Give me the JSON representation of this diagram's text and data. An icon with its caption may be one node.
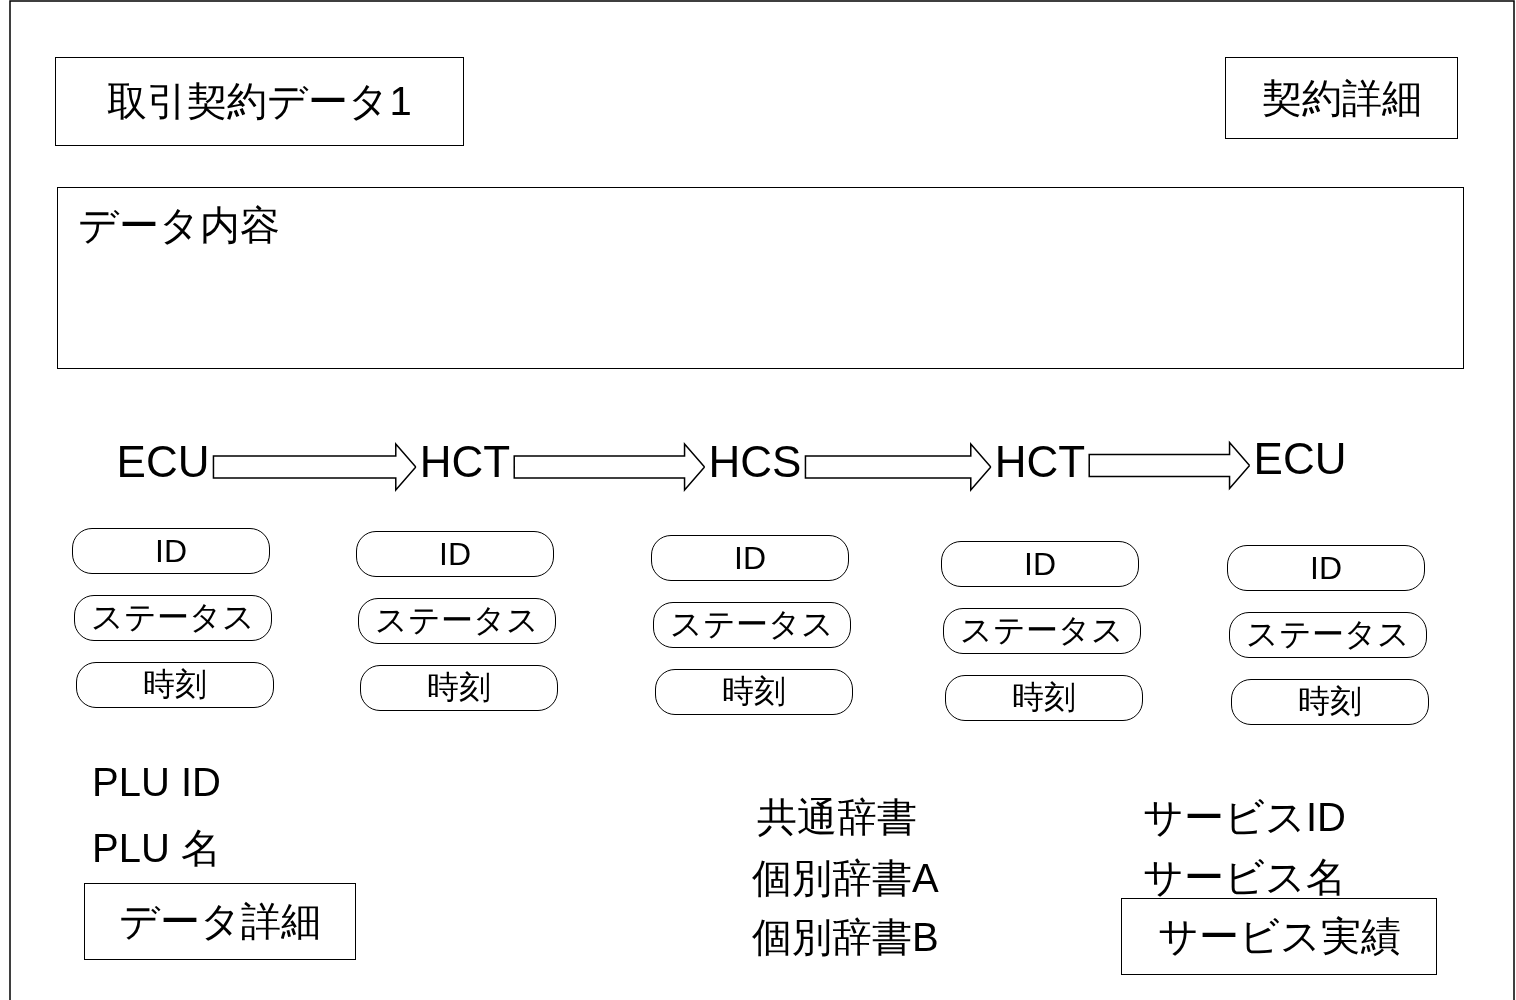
{
  "diagram": {
    "nodes": [
      {
        "text": [
          "取引契約データ1"
        ]
      },
      {
        "text": [
          "契約詳細"
        ]
      },
      {
        "text": [
          "データ内容"
        ]
      },
      {
        "text": [
          "ECU"
        ]
      },
      {
        "text": [
          "HCT"
        ]
      },
      {
        "text": [
          "HCS"
        ]
      },
      {
        "text": [
          "HCT"
        ]
      },
      {
        "text": [
          "ECU"
        ]
      },
      {
        "text": [
          "ID"
        ]
      },
      {
        "text": [
          "ステータス"
        ]
      },
      {
        "text": [
          "時刻"
        ]
      },
      {
        "text": [
          "ID"
        ]
      },
      {
        "text": [
          "ステータス"
        ]
      },
      {
        "text": [
          "時刻"
        ]
      },
      {
        "text": [
          "ID"
        ]
      },
      {
        "text": [
          "ステータス"
        ]
      },
      {
        "text": [
          "時刻"
        ]
      },
      {
        "text": [
          "ID"
        ]
      },
      {
        "text": [
          "ステータス"
        ]
      },
      {
        "text": [
          "時刻"
        ]
      },
      {
        "text": [
          "ID"
        ]
      },
      {
        "text": [
          "ステータス"
        ]
      },
      {
        "text": [
          "時刻"
        ]
      },
      {
        "text": [
          "データ詳細"
        ]
      },
      {
        "text": [
          "サービス実績"
        ]
      }
    ],
    "edges": [
      {
        "from": 3,
        "to": 4,
        "arrow": "to"
      },
      {
        "from": 4,
        "to": 5,
        "arrow": "to"
      },
      {
        "from": 5,
        "to": 6,
        "arrow": "to"
      },
      {
        "from": 6,
        "to": 7,
        "arrow": "to"
      }
    ],
    "labels": [
      "PLU ID",
      "PLU 名",
      "共通辞書",
      "個別辞書A",
      "個別辞書B",
      "サービスID",
      "サービス名"
    ]
  }
}
